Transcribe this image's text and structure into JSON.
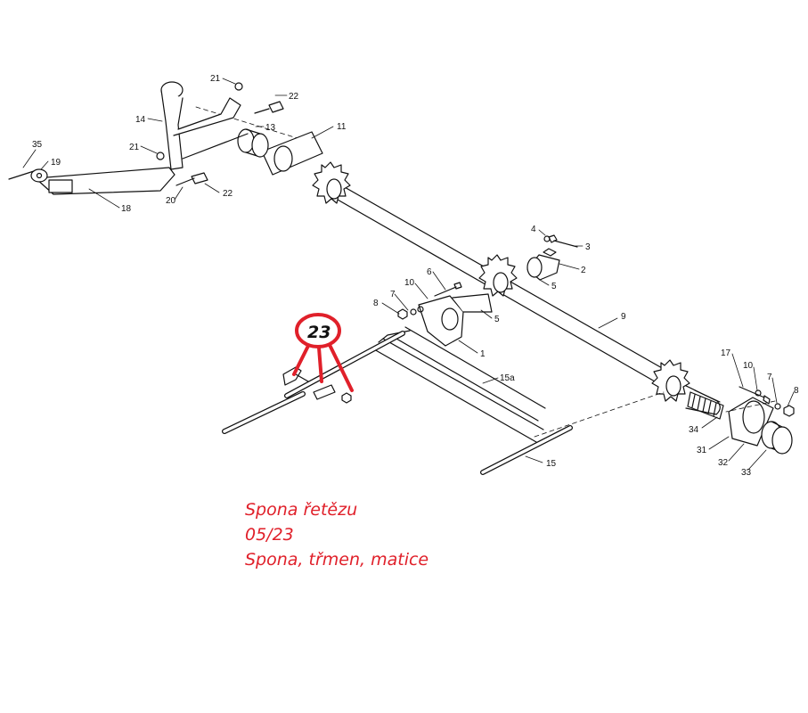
{
  "callout": {
    "number": "23",
    "color": "#e0202a"
  },
  "caption": {
    "line1": "Spona řetězu",
    "line2": "05/23",
    "line3": "Spona, třmen, matice",
    "color": "#e0202a"
  },
  "part_labels": {
    "p1": "1",
    "p2": "2",
    "p3": "3",
    "p4": "4",
    "p5a": "5",
    "p5b": "5",
    "p6": "6",
    "p7a": "7",
    "p7b": "7",
    "p8a": "8",
    "p8b": "8",
    "p9": "9",
    "p10a": "10",
    "p10b": "10",
    "p11": "11",
    "p13": "13",
    "p14": "14",
    "p15": "15",
    "p15a": "15a",
    "p17": "17",
    "p18": "18",
    "p19": "19",
    "p20": "20",
    "p21a": "21",
    "p21b": "21",
    "p22a": "22",
    "p22b": "22",
    "p31": "31",
    "p32": "32",
    "p33": "33",
    "p34": "34",
    "p35": "35"
  }
}
